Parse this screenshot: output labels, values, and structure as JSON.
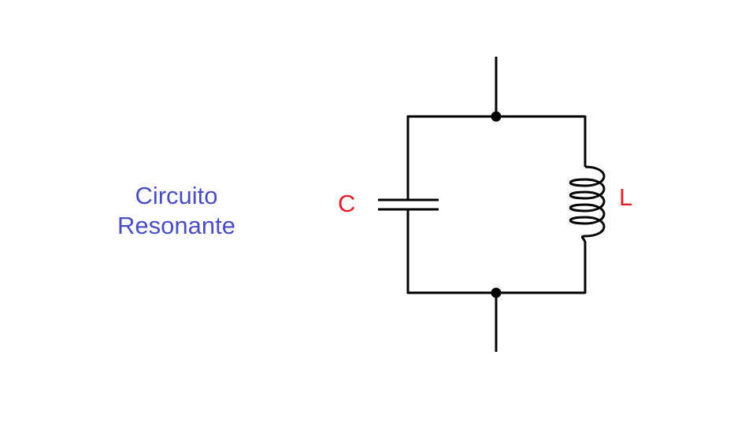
{
  "title": {
    "line1": "Circuito",
    "line2": "Resonante"
  },
  "components": {
    "capacitor_label": "C",
    "inductor_label": "L"
  },
  "colors": {
    "title": "#4a4ec0",
    "component_labels": "#e0202a",
    "wires": "#000000"
  }
}
